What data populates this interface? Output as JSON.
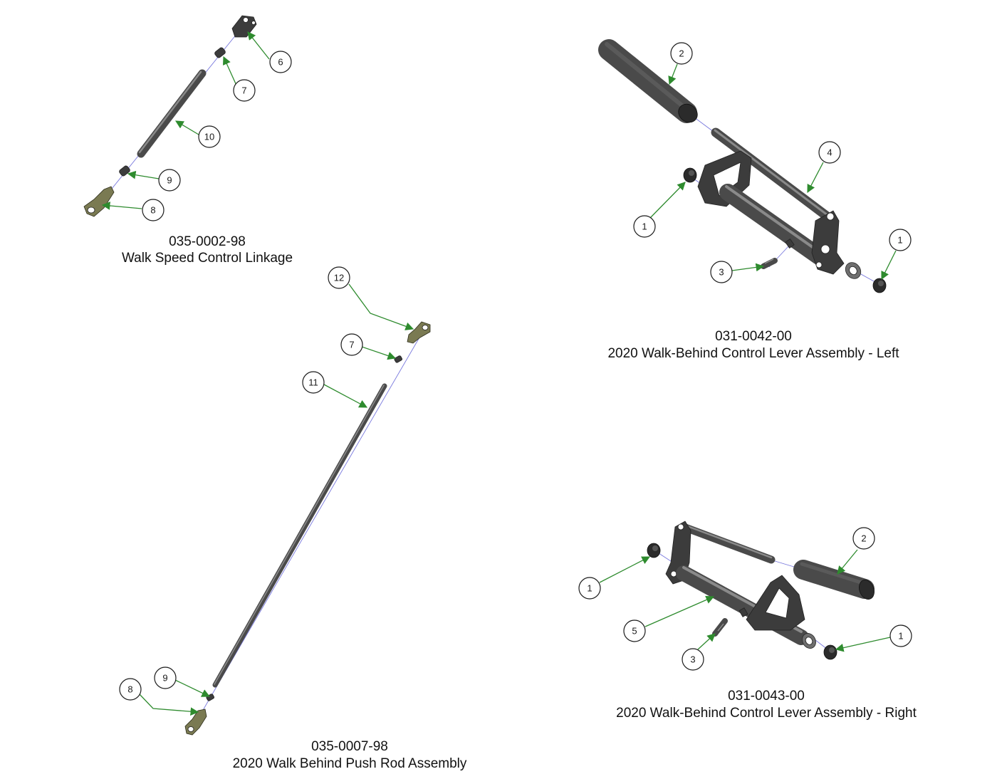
{
  "colors": {
    "leader": "#2e8b2e",
    "axis": "#7777dd",
    "part": "#3c3c3c",
    "rod_end": "#7a7a52"
  },
  "assemblies": [
    {
      "id": "walk-speed-control-linkage",
      "part_number": "035-0002-98",
      "name": "Walk Speed Control Linkage",
      "callouts": [
        "6",
        "7",
        "10",
        "9",
        "8"
      ]
    },
    {
      "id": "push-rod-assembly",
      "part_number": "035-0007-98",
      "name": "2020 Walk Behind Push Rod Assembly",
      "callouts": [
        "12",
        "7",
        "11",
        "9",
        "8"
      ]
    },
    {
      "id": "control-lever-left",
      "part_number": "031-0042-00",
      "name": "2020 Walk-Behind Control Lever Assembly - Left",
      "callouts": [
        "2",
        "4",
        "1",
        "1",
        "3"
      ]
    },
    {
      "id": "control-lever-right",
      "part_number": "031-0043-00",
      "name": "2020 Walk-Behind Control Lever Assembly - Right",
      "callouts": [
        "2",
        "1",
        "5",
        "1",
        "3"
      ]
    }
  ]
}
